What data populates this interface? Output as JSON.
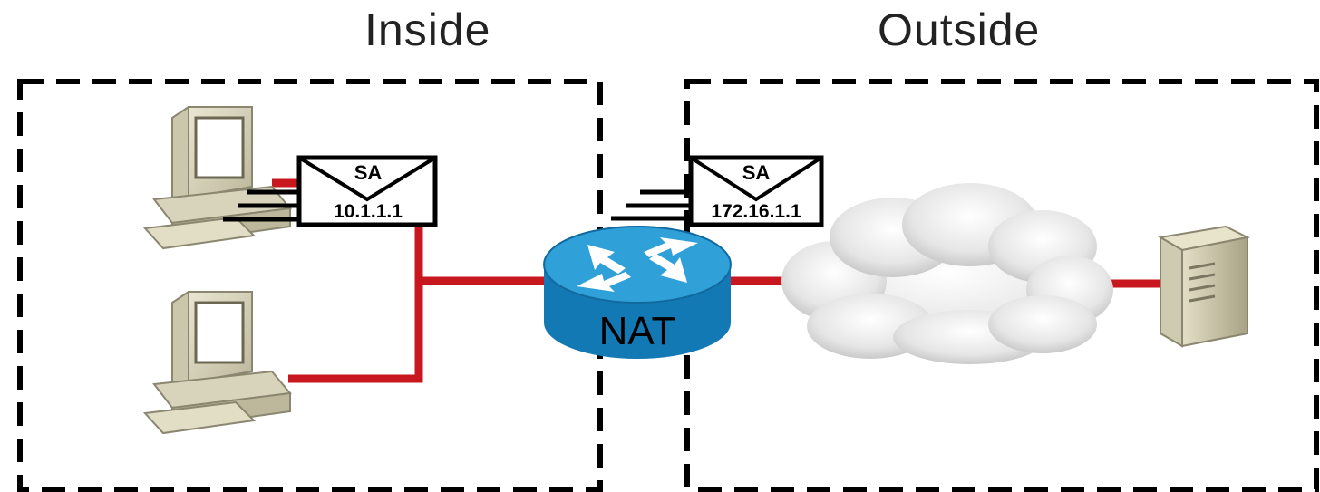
{
  "zones": {
    "inside": {
      "label": "Inside"
    },
    "outside": {
      "label": "Outside"
    }
  },
  "packets": {
    "inside": {
      "header": "SA",
      "address": "10.1.1.1"
    },
    "outside": {
      "header": "SA",
      "address": "172.16.1.1"
    }
  },
  "router": {
    "label": "NAT"
  },
  "colors": {
    "link": "#c8171e",
    "router_top": "#2fa0d8",
    "router_side": "#1379b4",
    "boundary": "#000000"
  },
  "icons": [
    "desktop-computer-icon",
    "desktop-computer-icon",
    "router-icon",
    "cloud-icon",
    "server-icon",
    "packet-envelope-icon"
  ]
}
